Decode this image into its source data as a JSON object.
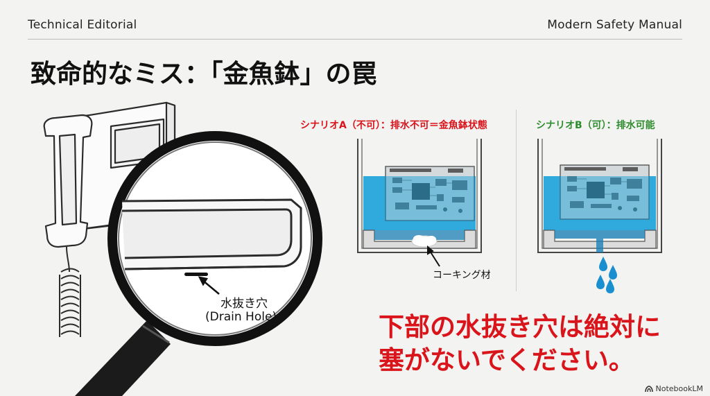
{
  "header": {
    "left": "Technical Editorial",
    "right": "Modern Safety Manual"
  },
  "title": "致命的なミス：「金魚鉢」の罠",
  "scenario_a": {
    "label": "シナリオA（不可）：排水不可＝金魚鉢状態",
    "annotation": "コーキング材"
  },
  "scenario_b": {
    "label": "シナリオB（可）：排水可能"
  },
  "magnifier": {
    "label_jp": "水抜き穴",
    "label_en": "(Drain Hole)"
  },
  "callout": {
    "line1": "下部の水抜き穴は絶対に",
    "line2": "塞がないでください。"
  },
  "badge": {
    "text": "NotebookLM"
  },
  "colors": {
    "danger": "#d9141b",
    "ok": "#2e8b2e",
    "water": "#2aa6dc",
    "water_dark": "#1a7fb5"
  }
}
